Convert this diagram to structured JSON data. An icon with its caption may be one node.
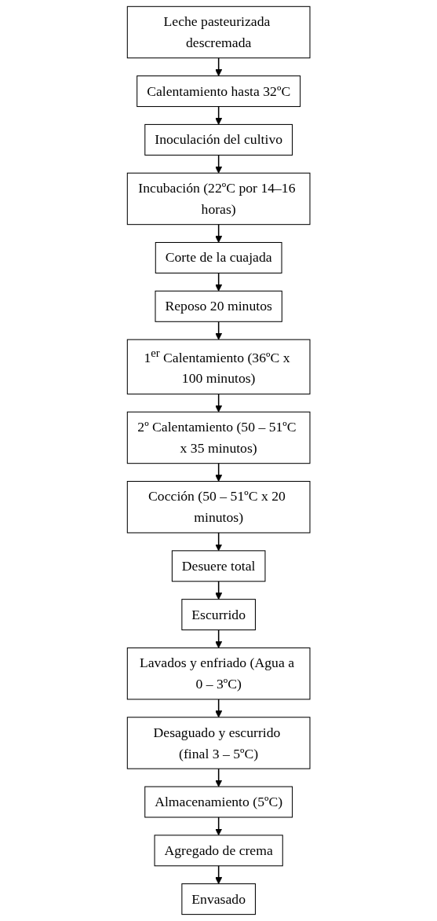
{
  "diagram": {
    "nodes": [
      {
        "text": [
          "Leche pasteurizada descremada"
        ]
      },
      {
        "text": [
          "Calentamiento hasta 32ºC"
        ]
      },
      {
        "text": [
          "Inoculación del cultivo"
        ]
      },
      {
        "text": [
          "Incubación (22ºC por 14–16 horas)"
        ]
      },
      {
        "text": [
          "Corte de la cuajada"
        ]
      },
      {
        "text": [
          "Reposo 20 minutos"
        ]
      },
      {
        "text": [
          "1$^{er}$ Calentamiento (36ºC x 100 minutos)"
        ]
      },
      {
        "text": [
          "2º Calentamiento (50 – 51ºC x 35 minutos)"
        ]
      },
      {
        "text": [
          "Cocción (50 – 51ºC x 20 minutos)"
        ]
      },
      {
        "text": [
          "Desuere total"
        ]
      },
      {
        "text": [
          "Escurrido"
        ]
      },
      {
        "text": [
          "Lavados y enfriado (Agua a 0 – 3ºC)"
        ]
      },
      {
        "text": [
          "Desaguado y escurrido (final 3 – 5ºC)"
        ]
      },
      {
        "text": [
          "Almacenamiento (5ºC)"
        ]
      },
      {
        "text": [
          "Agregado de crema"
        ]
      },
      {
        "text": [
          "Envasado"
        ]
      }
    ],
    "edges": [
      {
        "from": 0,
        "to": 1,
        "arrow": "to"
      },
      {
        "from": 1,
        "to": 2,
        "arrow": "to"
      },
      {
        "from": 2,
        "to": 3,
        "arrow": "to"
      },
      {
        "from": 3,
        "to": 4,
        "arrow": "to"
      },
      {
        "from": 4,
        "to": 5,
        "arrow": "to"
      },
      {
        "from": 5,
        "to": 6,
        "arrow": "to"
      },
      {
        "from": 6,
        "to": 7,
        "arrow": "to"
      },
      {
        "from": 7,
        "to": 8,
        "arrow": "to"
      },
      {
        "from": 8,
        "to": 9,
        "arrow": "to"
      },
      {
        "from": 9,
        "to": 10,
        "arrow": "to"
      },
      {
        "from": 10,
        "to": 11,
        "arrow": "to"
      },
      {
        "from": 11,
        "to": 12,
        "arrow": "to"
      },
      {
        "from": 12,
        "to": 13,
        "arrow": "to"
      },
      {
        "from": 13,
        "to": 14,
        "arrow": "to"
      },
      {
        "from": 14,
        "to": 15,
        "arrow": "to"
      }
    ]
  }
}
